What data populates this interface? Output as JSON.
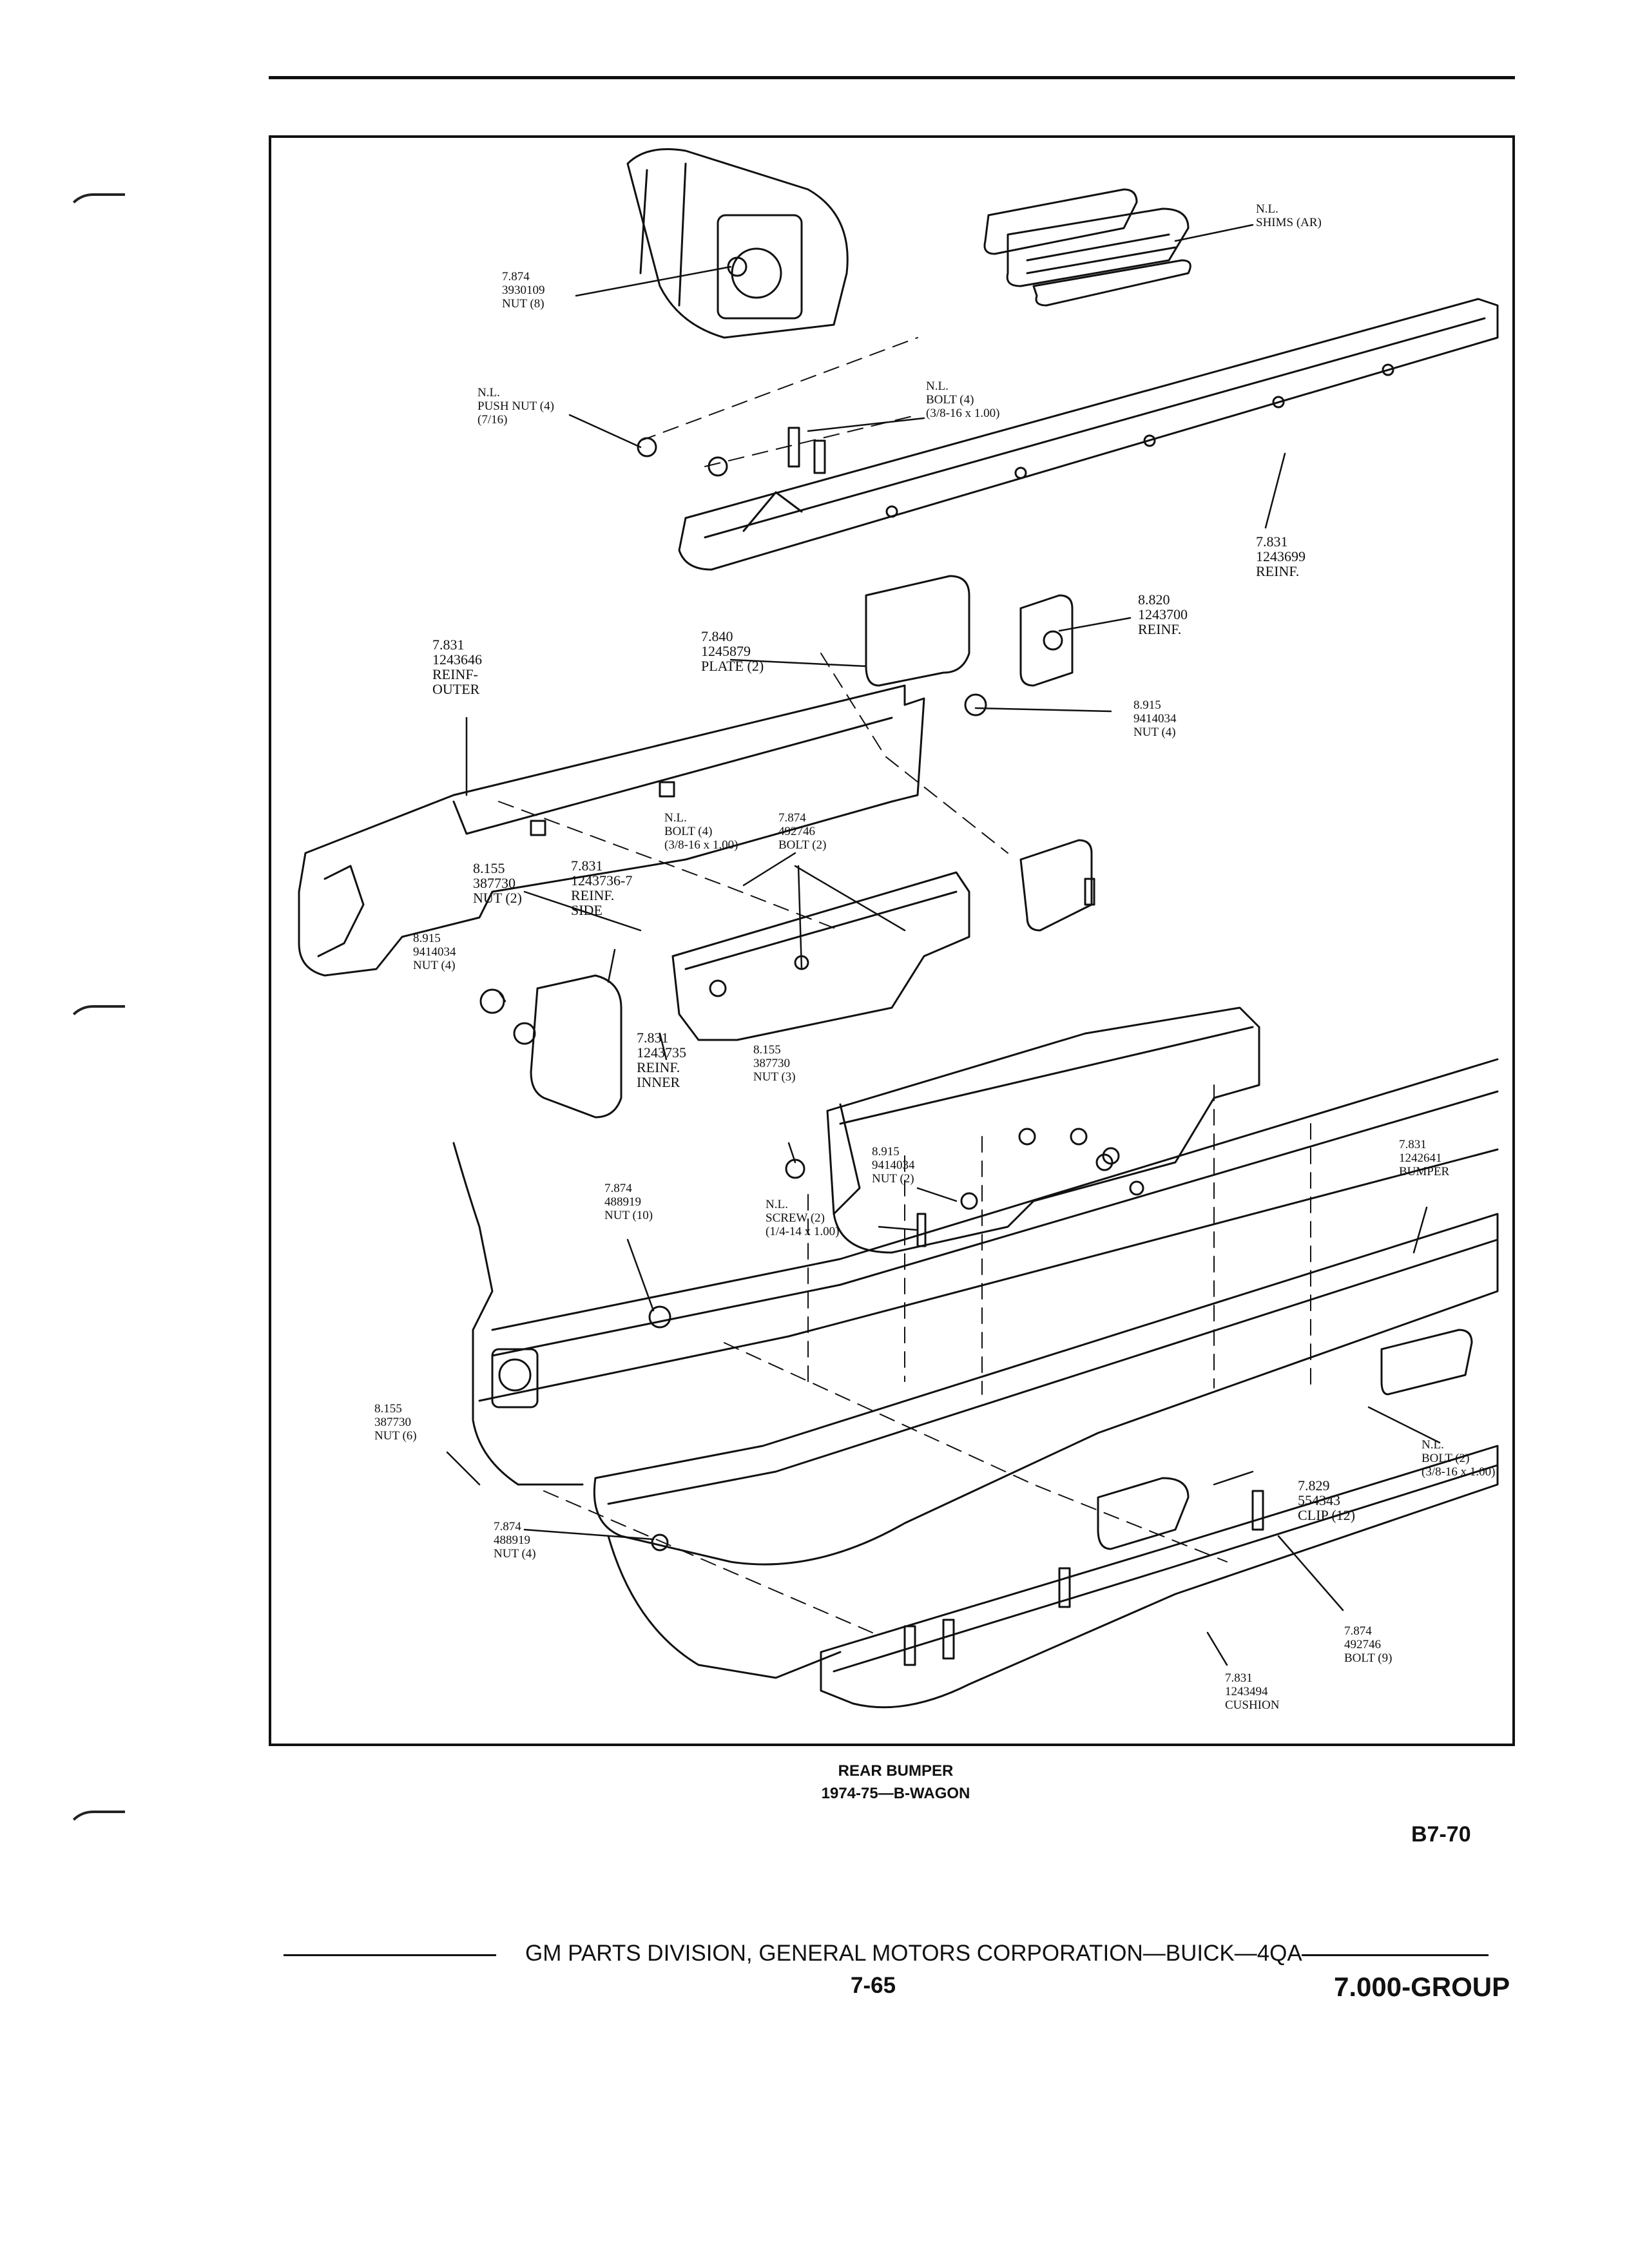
{
  "callouts": [
    {
      "id": "nut-3930109",
      "lines": [
        "7.874",
        "3930109",
        "NUT (8)"
      ]
    },
    {
      "id": "shims",
      "lines": [
        "N.L.",
        "SHIMS (AR)"
      ]
    },
    {
      "id": "push-nut",
      "lines": [
        "N.L.",
        "PUSH NUT (4)",
        "(7/16)"
      ]
    },
    {
      "id": "bolt-nl-top",
      "lines": [
        "N.L.",
        "BOLT (4)",
        "(3/8-16 x 1.00)"
      ]
    },
    {
      "id": "reinf-1243699",
      "lines": [
        "7.831",
        "1243699",
        "REINF."
      ]
    },
    {
      "id": "reinf-1243700",
      "lines": [
        "8.820",
        "1243700",
        "REINF."
      ]
    },
    {
      "id": "plate-1245879",
      "lines": [
        "7.840",
        "1245879",
        "PLATE (2)"
      ]
    },
    {
      "id": "reinf-outer",
      "lines": [
        "7.831",
        "1243646",
        "REINF-",
        "OUTER"
      ]
    },
    {
      "id": "nut-9414034-right",
      "lines": [
        "8.915",
        "9414034",
        "NUT (4)"
      ]
    },
    {
      "id": "bolt-nl-mid",
      "lines": [
        "N.L.",
        "BOLT (4)",
        "(3/8-16 x 1.00)"
      ]
    },
    {
      "id": "bolt-492746-mid",
      "lines": [
        "7.874",
        "492746",
        "BOLT (2)"
      ]
    },
    {
      "id": "nut-387730-left",
      "lines": [
        "8.155",
        "387730",
        "NUT (2)"
      ]
    },
    {
      "id": "reinf-side",
      "lines": [
        "7.831",
        "1243736-7",
        "REINF.",
        "SIDE"
      ]
    },
    {
      "id": "nut-9414034-left",
      "lines": [
        "8.915",
        "9414034",
        "NUT (4)"
      ]
    },
    {
      "id": "reinf-inner",
      "lines": [
        "7.831",
        "1243735",
        "REINF.",
        "INNER"
      ]
    },
    {
      "id": "nut-387730-mid",
      "lines": [
        "8.155",
        "387730",
        "NUT (3)"
      ]
    },
    {
      "id": "nut-9414034-mid",
      "lines": [
        "8.915",
        "9414034",
        "NUT (2)"
      ]
    },
    {
      "id": "bumper",
      "lines": [
        "7.831",
        "1242641",
        "BUMPER"
      ]
    },
    {
      "id": "nut-488919-10",
      "lines": [
        "7.874",
        "488919",
        "NUT (10)"
      ]
    },
    {
      "id": "screw-nl",
      "lines": [
        "N.L.",
        "SCREW (2)",
        "(1/4-14 x 1.00)"
      ]
    },
    {
      "id": "nut-387730-6",
      "lines": [
        "8.155",
        "387730",
        "NUT (6)"
      ]
    },
    {
      "id": "bolt-nl-bottom",
      "lines": [
        "N.L.",
        "BOLT (2)",
        "(3/8-16 x 1.00)"
      ]
    },
    {
      "id": "clip-554343",
      "lines": [
        "7.829",
        "554343",
        "CLIP (12)"
      ]
    },
    {
      "id": "nut-488919-4",
      "lines": [
        "7.874",
        "488919",
        "NUT (4)"
      ]
    },
    {
      "id": "bolt-492746-9",
      "lines": [
        "7.874",
        "492746",
        "BOLT (9)"
      ]
    },
    {
      "id": "cushion",
      "lines": [
        "7.831",
        "1243494",
        "CUSHION"
      ]
    }
  ],
  "caption": {
    "title": "REAR BUMPER",
    "subtitle": "1974-75—B-WAGON"
  },
  "figure_code": "B7-70",
  "footer": {
    "publisher": "GM PARTS DIVISION, GENERAL MOTORS CORPORATION—BUICK—4QA",
    "page_number": "7-65",
    "group": "7.000-GROUP"
  }
}
